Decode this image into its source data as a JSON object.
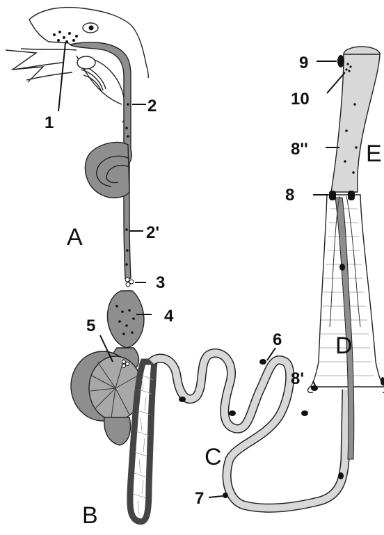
{
  "figure": {
    "part_letters": {
      "A": "A",
      "B": "B",
      "C": "C",
      "D": "D",
      "E": "E"
    },
    "numbered_labels": {
      "n1": "1",
      "n2": "2",
      "n2p": "2'",
      "n3": "3",
      "n4": "4",
      "n5": "5",
      "n6": "6",
      "n7": "7",
      "n8": "8",
      "n8p": "8'",
      "n8pp": "8''",
      "n9": "9",
      "n10": "10"
    },
    "colors": {
      "duct_dark": "#8e8e8e",
      "duct_light": "#d8d8d8",
      "outline": "#222222",
      "marker": "#111111"
    }
  }
}
